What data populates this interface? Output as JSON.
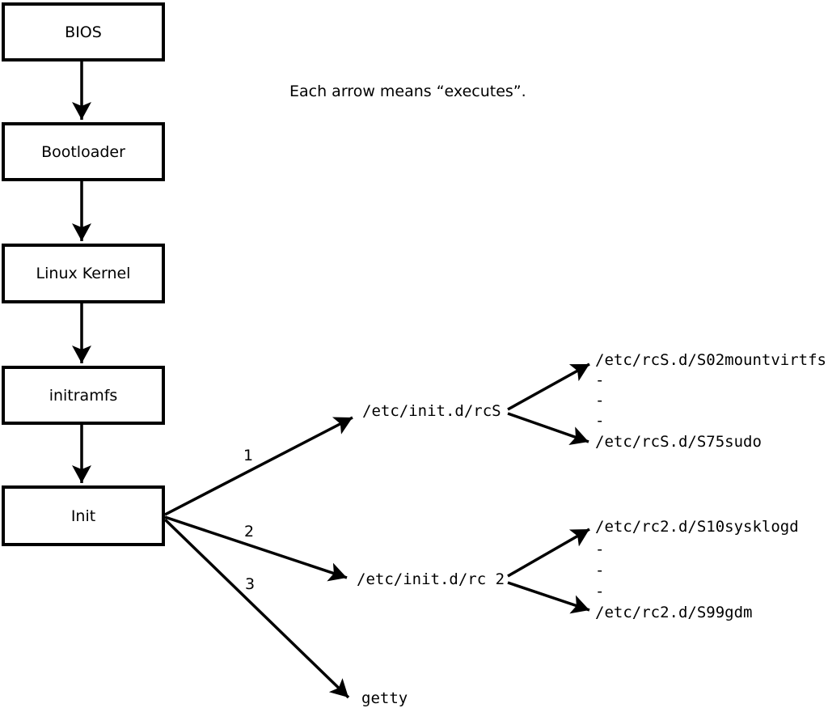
{
  "note": "Each arrow means “executes”.",
  "nodes": [
    {
      "label": "BIOS"
    },
    {
      "label": "Bootloader"
    },
    {
      "label": "Linux Kernel"
    },
    {
      "label": "initramfs"
    },
    {
      "label": "Init"
    }
  ],
  "init_branches": [
    {
      "number": "1",
      "target": "/etc/init.d/rcS",
      "children": [
        "/etc/rcS.d/S02mountvirtfs",
        "-",
        "-",
        "-",
        "/etc/rcS.d/S75sudo"
      ]
    },
    {
      "number": "2",
      "target": "/etc/init.d/rc 2",
      "children": [
        "/etc/rc2.d/S10sysklogd",
        "-",
        "-",
        "-",
        "/etc/rc2.d/S99gdm"
      ]
    },
    {
      "number": "3",
      "target": "getty",
      "children": []
    }
  ],
  "colors": {
    "ink": "#000000",
    "background": "#ffffff"
  }
}
